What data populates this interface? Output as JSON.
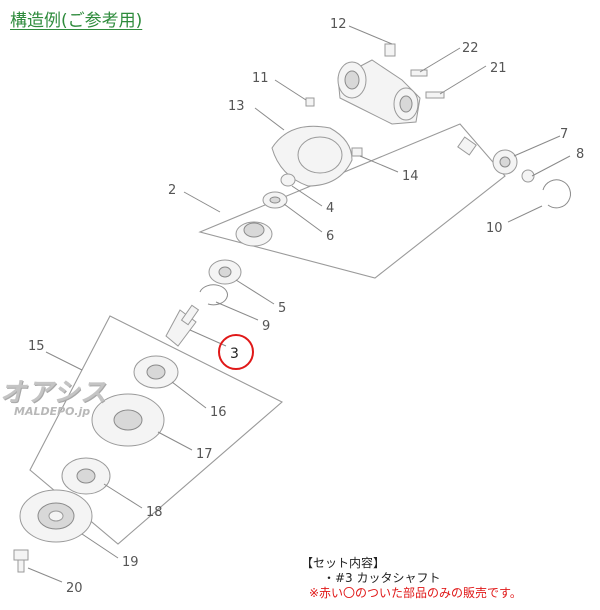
{
  "title": "構造例(ご参考用)",
  "watermark": {
    "main": "オアシス",
    "sub": "MALDEPO.jp"
  },
  "highlight_color": "#e01818",
  "title_color": "#2e8b3c",
  "callouts": [
    {
      "n": "12"
    },
    {
      "n": "22"
    },
    {
      "n": "21"
    },
    {
      "n": "11"
    },
    {
      "n": "13"
    },
    {
      "n": "14"
    },
    {
      "n": "7"
    },
    {
      "n": "8"
    },
    {
      "n": "2"
    },
    {
      "n": "4"
    },
    {
      "n": "6"
    },
    {
      "n": "10"
    },
    {
      "n": "5"
    },
    {
      "n": "9"
    },
    {
      "n": "3"
    },
    {
      "n": "15"
    },
    {
      "n": "16"
    },
    {
      "n": "17"
    },
    {
      "n": "18"
    },
    {
      "n": "19"
    },
    {
      "n": "20"
    }
  ],
  "set_contents": {
    "heading": "【セット内容】",
    "item": "・#3 カッタシャフト",
    "note": "※赤い〇のついた部品のみの販売です。"
  }
}
